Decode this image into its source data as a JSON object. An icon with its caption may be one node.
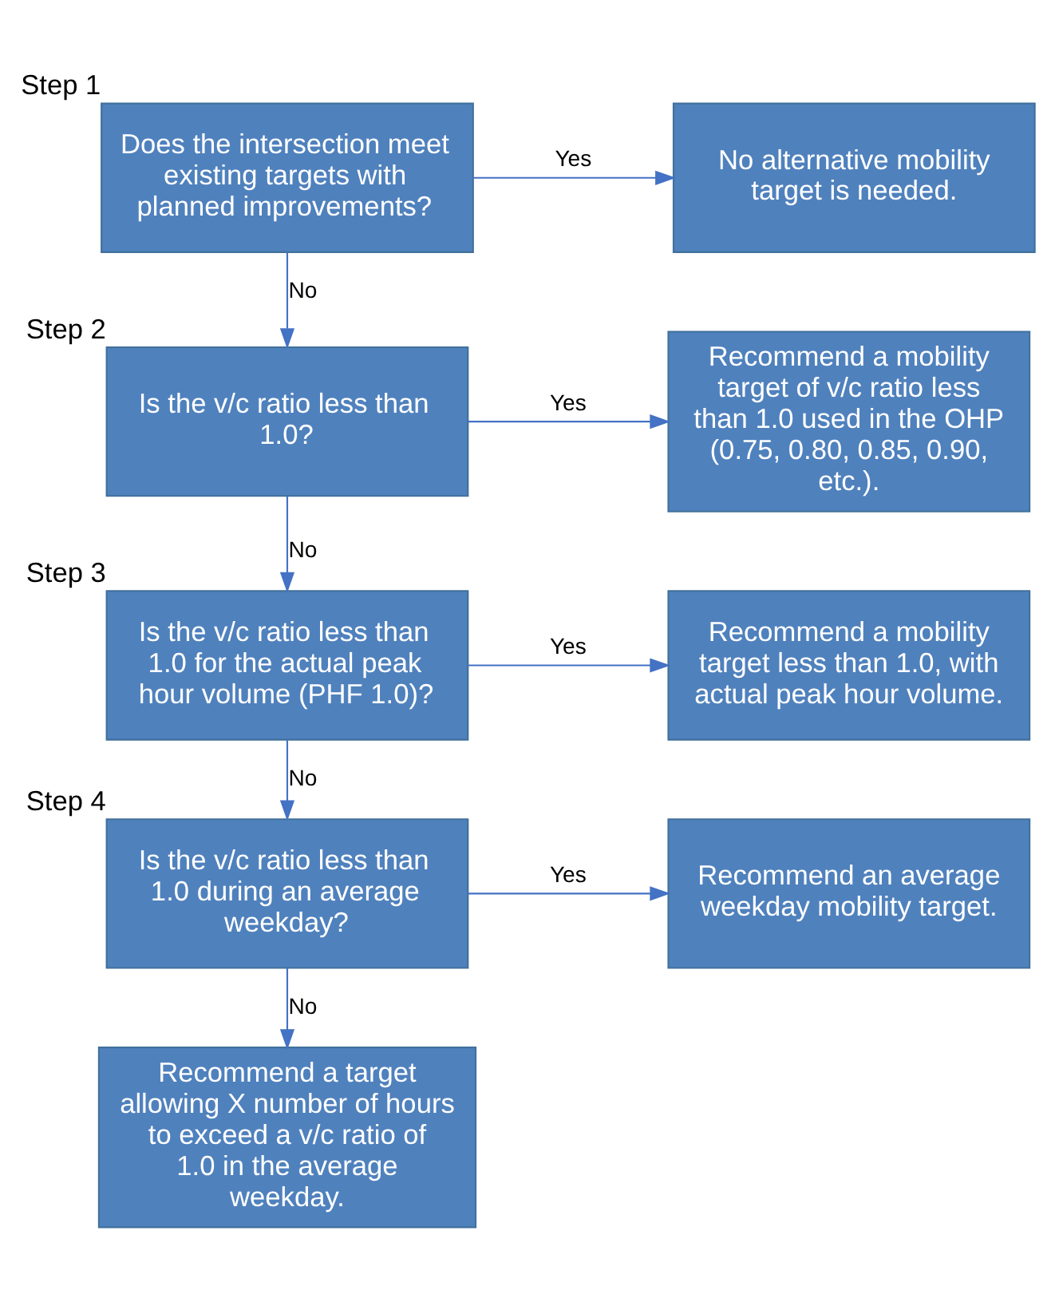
{
  "diagram": {
    "nodes": [
      {
        "text": [
          "Does the intersection meet existing targets with planned improvements?"
        ],
        "beside": [
          "Step 1"
        ]
      },
      {
        "text": [
          "No alternative mobility target is needed."
        ]
      },
      {
        "text": [
          "Is the v/c ratio less than 1.0?"
        ],
        "beside": [
          "Step 2"
        ]
      },
      {
        "text": [
          "Recommend a mobility target of v/c ratio less than 1.0 used in the OHP (0.75, 0.80, 0.85, 0.90, etc.)."
        ]
      },
      {
        "text": [
          "Is the v/c ratio less than 1.0 for the actual peak hour volume (PHF 1.0)?"
        ],
        "beside": [
          "Step 3"
        ]
      },
      {
        "text": [
          "Recommend a mobility target less than 1.0, with actual peak hour volume."
        ]
      },
      {
        "text": [
          "Is the v/c ratio less than 1.0 during an average weekday?"
        ],
        "beside": [
          "Step 4"
        ]
      },
      {
        "text": [
          "Recommend an average weekday mobility target."
        ]
      },
      {
        "text": [
          "Recommend a target allowing X number of hours to exceed a v/c ratio of 1.0 in the average weekday."
        ]
      }
    ],
    "edges": [
      {
        "from": 0,
        "to": 1,
        "arrow": "to",
        "label": "Yes"
      },
      {
        "from": 0,
        "to": 2,
        "arrow": "to",
        "label": "No"
      },
      {
        "from": 2,
        "to": 3,
        "arrow": "to",
        "label": "Yes"
      },
      {
        "from": 2,
        "to": 4,
        "arrow": "to",
        "label": "No"
      },
      {
        "from": 4,
        "to": 5,
        "arrow": "to",
        "label": "Yes"
      },
      {
        "from": 4,
        "to": 6,
        "arrow": "to",
        "label": "No"
      },
      {
        "from": 6,
        "to": 7,
        "arrow": "to",
        "label": "Yes"
      },
      {
        "from": 6,
        "to": 8,
        "arrow": "to",
        "label": "No"
      }
    ]
  }
}
